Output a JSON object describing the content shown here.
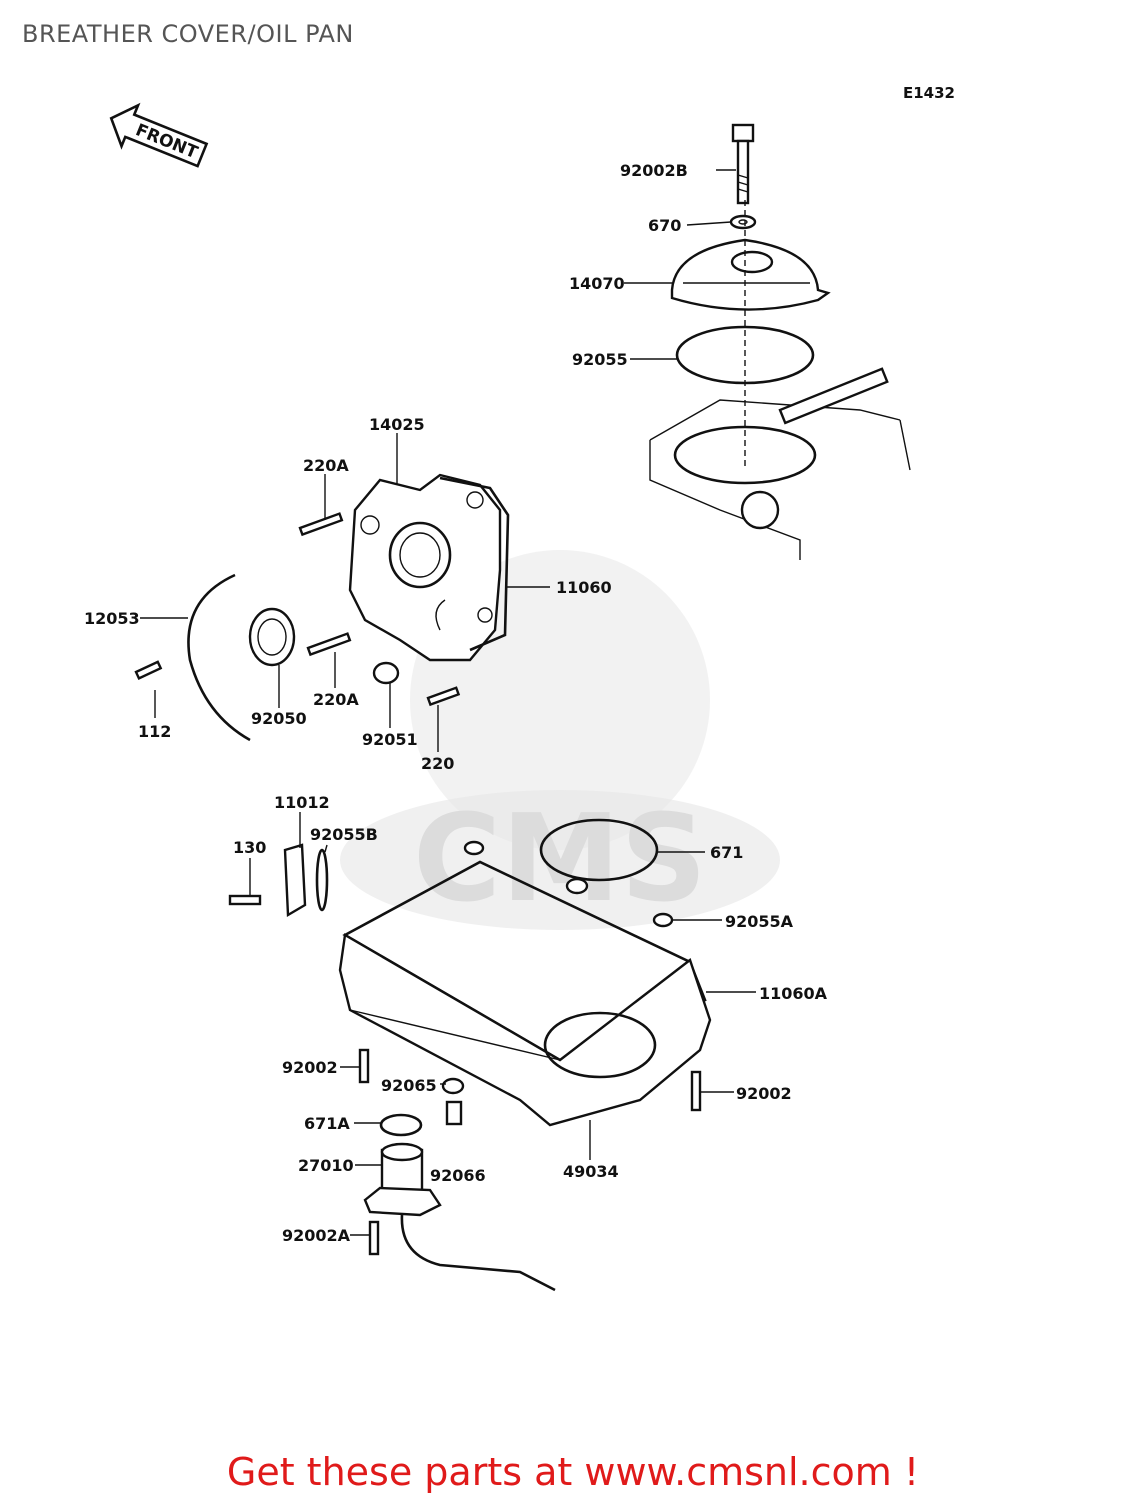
{
  "page": {
    "title": "BREATHER COVER/OIL PAN",
    "diagram_code": "E1432",
    "front_label": "FRONT",
    "watermark": "CMS",
    "promo_text": "Get these parts at www.cmsnl.com !"
  },
  "parts": {
    "p92002B": "92002B",
    "p670": "670",
    "p14070": "14070",
    "p92055": "92055",
    "p14025": "14025",
    "p220A_top": "220A",
    "p11060": "11060",
    "p12053": "12053",
    "p112": "112",
    "p92050": "92050",
    "p220A_mid": "220A",
    "p92051": "92051",
    "p220": "220",
    "p11012": "11012",
    "p130": "130",
    "p92055B": "92055B",
    "p671": "671",
    "p92055A": "92055A",
    "p11060A": "11060A",
    "p92002_left": "92002",
    "p92065": "92065",
    "p92002_right": "92002",
    "p671A": "671A",
    "p27010": "27010",
    "p92066": "92066",
    "p49034": "49034",
    "p92002A": "92002A"
  },
  "colors": {
    "title": "#555555",
    "promo": "#e01a1a",
    "line": "#111111",
    "watermark": "#e6e6e6"
  }
}
